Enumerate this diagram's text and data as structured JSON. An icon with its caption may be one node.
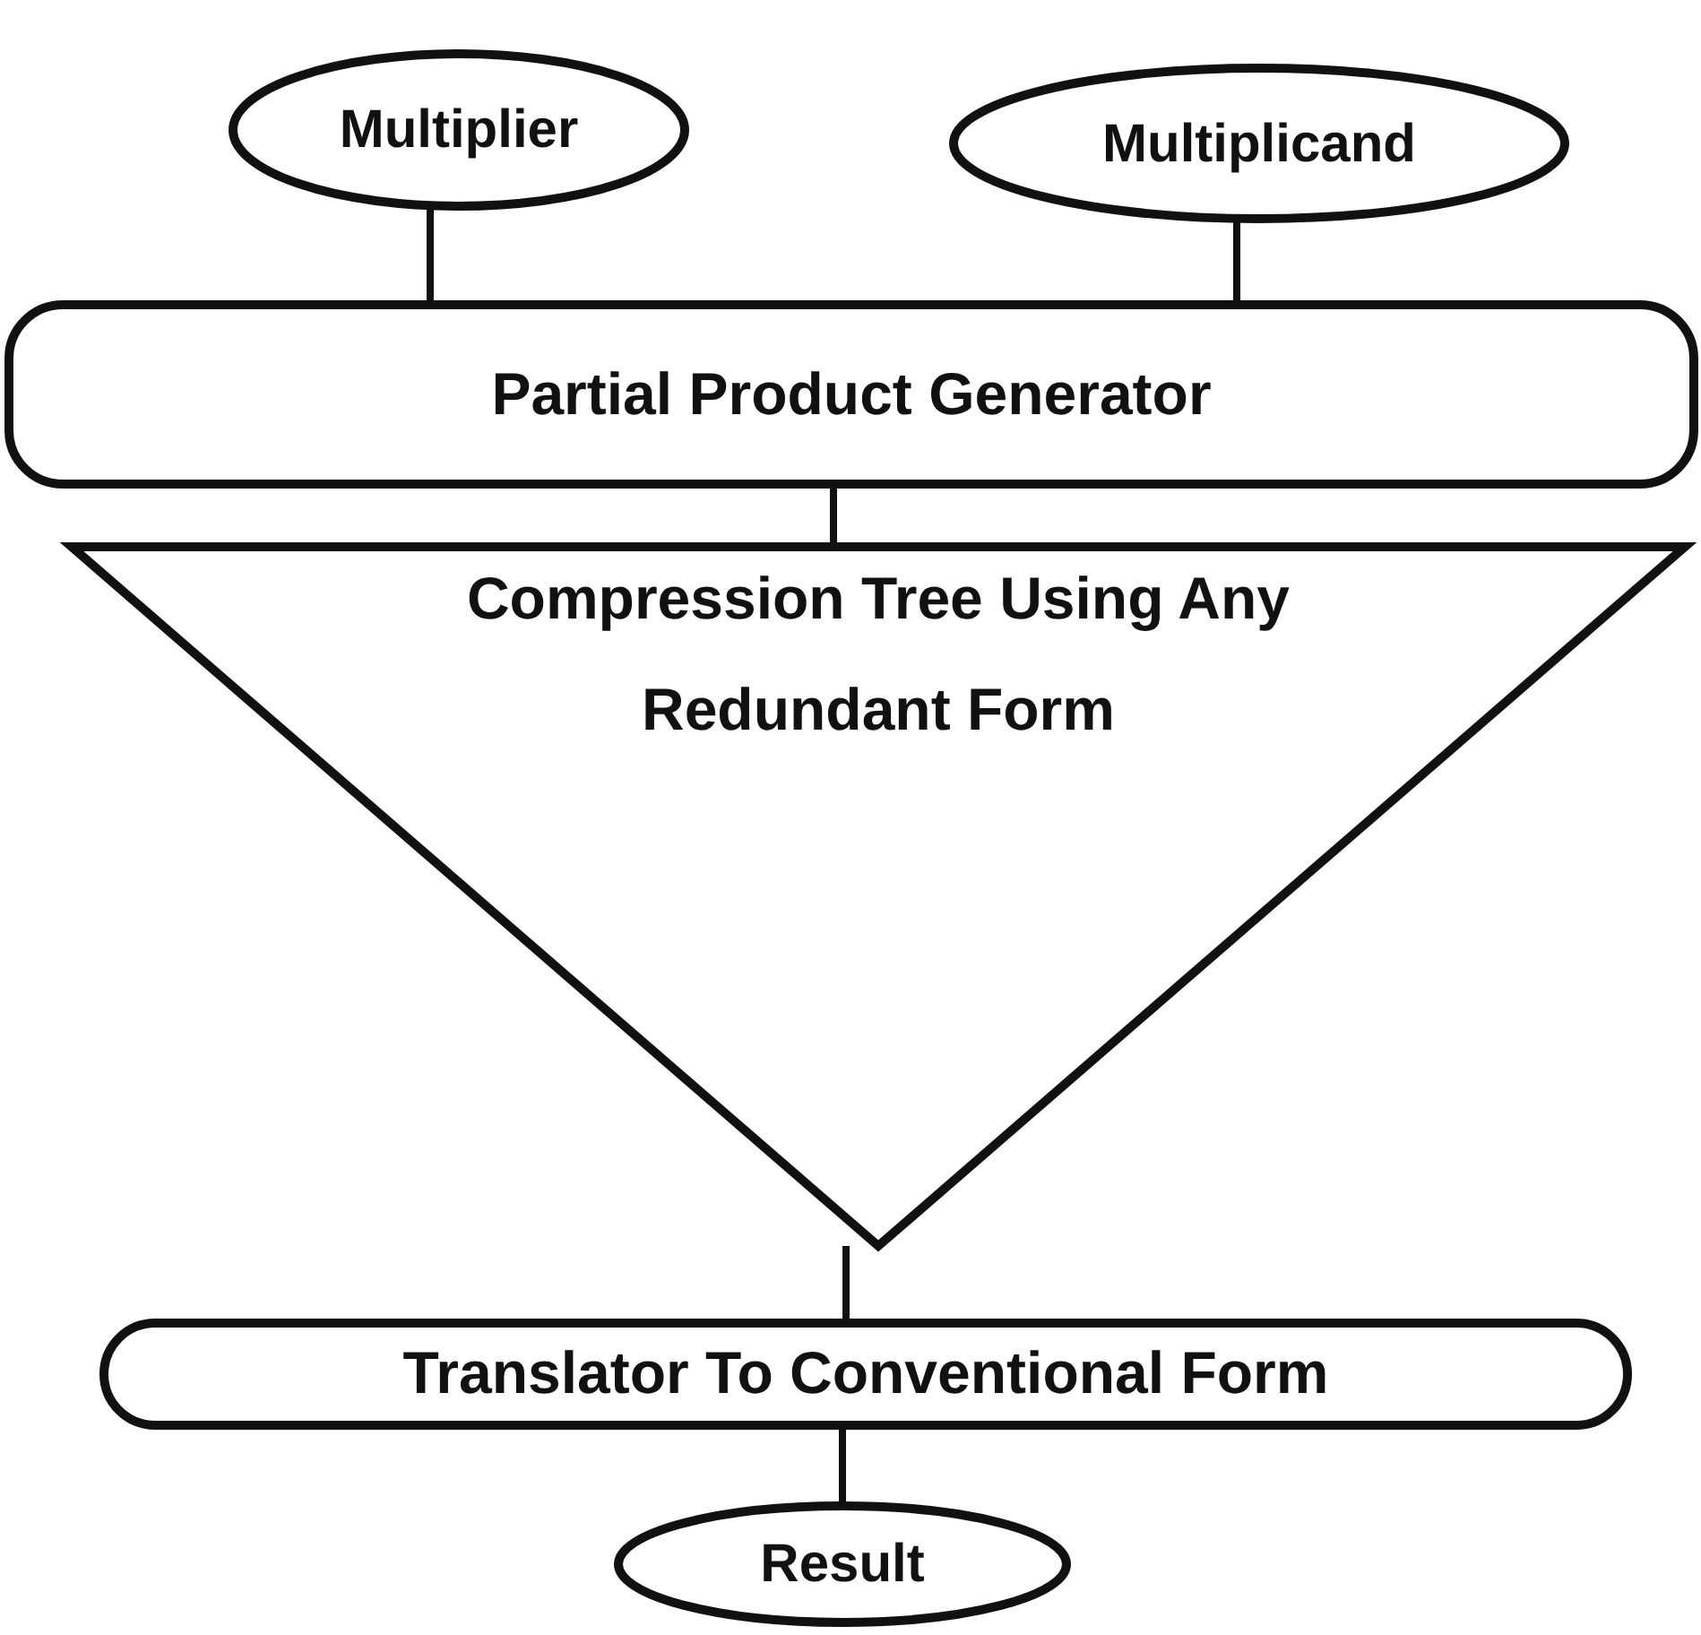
{
  "diagram": {
    "nodes": [
      {
        "text": [
          "Multiplier"
        ]
      },
      {
        "text": [
          "Multiplicand"
        ]
      },
      {
        "text": [
          "Partial Product Generator"
        ]
      },
      {
        "text": [
          "Compression Tree Using Any Redundant Form"
        ]
      },
      {
        "text": [
          "Translator To Conventional Form"
        ]
      },
      {
        "text": [
          "Result"
        ]
      }
    ],
    "edges": [
      {
        "from": 0,
        "to": 2,
        "arrow": "none"
      },
      {
        "from": 1,
        "to": 2,
        "arrow": "none"
      },
      {
        "from": 2,
        "to": 3,
        "arrow": "none"
      },
      {
        "from": 3,
        "to": 4,
        "arrow": "none"
      },
      {
        "from": 4,
        "to": 5,
        "arrow": "none"
      }
    ]
  }
}
